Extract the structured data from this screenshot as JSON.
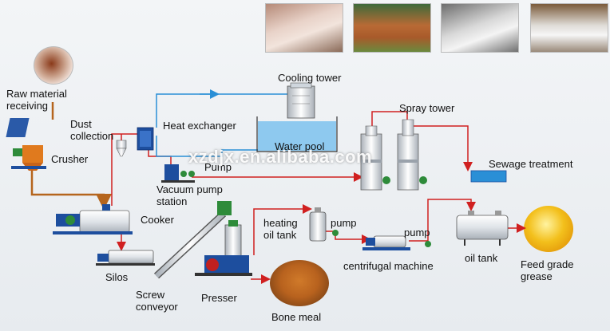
{
  "labels": {
    "raw_material": [
      "Raw material",
      "receiving"
    ],
    "dust_collection": [
      "Dust",
      "collection"
    ],
    "crusher": "Crusher",
    "heat_exchanger": "Heat exchanger",
    "cooling_tower": "Cooling tower",
    "water_pool": "Water pool",
    "spray_tower": "Spray tower",
    "sewage_treatment": "Sewage treatment",
    "pump": "Pump",
    "vacuum_pump_station": [
      "Vacuum pump",
      "station"
    ],
    "cooker": "Cooker",
    "silos": "Silos",
    "screw_conveyor": [
      "Screw",
      "conveyor"
    ],
    "presser": "Presser",
    "bone_meal": "Bone meal",
    "heating_oil_tank": [
      "heating",
      "oil tank"
    ],
    "pump2": "pump",
    "pump3": "pump",
    "centrifugal_machine": "centrifugal machine",
    "oil_tank": "oil tank",
    "feed_grade_grease": [
      "Feed grade",
      "grease"
    ]
  },
  "watermark": "xzdjx.en.alibaba.com",
  "photos": [
    "pigs-photo",
    "cattle-photo",
    "sheep-photo",
    "poultry-photo"
  ],
  "colors": {
    "raw_pipe": "#b5651d",
    "red_pipe": "#d02020",
    "blue_pipe": "#2a8fd6",
    "machine_blue": "#1d4e9e",
    "machine_green": "#2e8b3a",
    "tank_silver": "#dfe3e8"
  }
}
